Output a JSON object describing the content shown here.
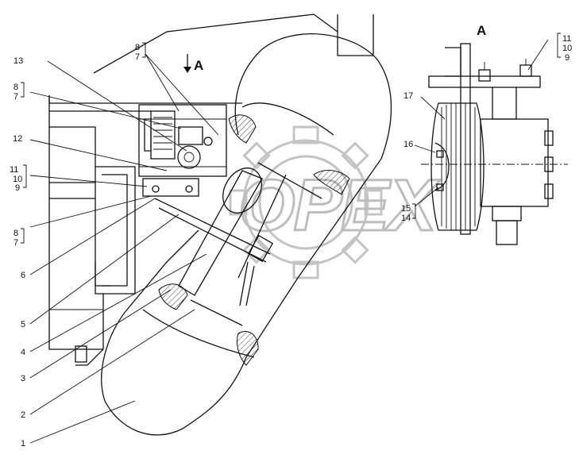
{
  "watermark": "OPEX",
  "view_marker": {
    "label": "A"
  },
  "view_title": "A",
  "labels": {
    "n1": "1",
    "n2": "2",
    "n3": "3",
    "n4": "4",
    "n5": "5",
    "n6": "6",
    "n8_7_a_top": "8",
    "n8_7_a_bot": "7",
    "n8_7_b_top": "8",
    "n8_7_b_bot": "7",
    "n8_7_c_top": "8",
    "n8_7_c_bot": "7",
    "n13": "13",
    "n12": "12",
    "n11_left": "11",
    "n10_left": "10",
    "n9_left": "9",
    "n11_right": "11",
    "n10_right": "10",
    "n9_right": "9",
    "n17": "17",
    "n16": "16",
    "n15": "15",
    "n14": "14"
  },
  "colors": {
    "ink": "#111111",
    "watermark": "#bdbdbd"
  }
}
